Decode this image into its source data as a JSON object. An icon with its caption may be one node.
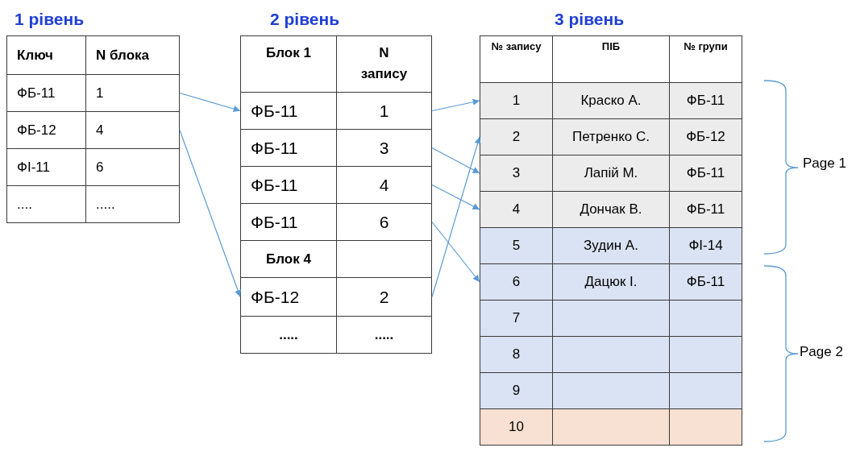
{
  "diagram": {
    "nodes": [
      {
        "text": [
          "1 рівень"
        ]
      },
      {
        "text": [
          "Ключ"
        ],
        "in": 0
      },
      {
        "text": [
          "N блока"
        ],
        "in": 0
      },
      {
        "text": [
          "ФБ-11"
        ],
        "in": 0
      },
      {
        "text": [
          "1"
        ],
        "in": 0
      },
      {
        "text": [
          "ФБ-12"
        ],
        "in": 0
      },
      {
        "text": [
          "4"
        ],
        "in": 0
      },
      {
        "text": [
          "ФІ-11"
        ],
        "in": 0
      },
      {
        "text": [
          "6"
        ],
        "in": 0
      },
      {
        "text": [
          "...."
        ],
        "in": 0
      },
      {
        "text": [
          "....."
        ],
        "in": 0
      },
      {
        "text": [
          "2 рівень"
        ]
      },
      {
        "text": [
          "Блок 1"
        ],
        "in": 11
      },
      {
        "text": [
          "N запису"
        ],
        "in": 11
      },
      {
        "text": [
          "ФБ-11"
        ],
        "in": 11
      },
      {
        "text": [
          "1"
        ],
        "in": 11
      },
      {
        "text": [
          "ФБ-11"
        ],
        "in": 11
      },
      {
        "text": [
          "3"
        ],
        "in": 11
      },
      {
        "text": [
          "ФБ-11"
        ],
        "in": 11
      },
      {
        "text": [
          "4"
        ],
        "in": 11
      },
      {
        "text": [
          "ФБ-11"
        ],
        "in": 11
      },
      {
        "text": [
          "6"
        ],
        "in": 11
      },
      {
        "text": [
          "Блок 4"
        ],
        "in": 11
      },
      {
        "text": [],
        "shape": "box",
        "in": 11
      },
      {
        "text": [
          "ФБ-12"
        ],
        "in": 11
      },
      {
        "text": [
          "2"
        ],
        "in": 11
      },
      {
        "text": [
          "....."
        ],
        "in": 11
      },
      {
        "text": [
          "....."
        ],
        "in": 11
      },
      {
        "text": [
          "3 рівень"
        ]
      },
      {
        "text": [
          "№ запису"
        ],
        "in": 28
      },
      {
        "text": [
          "ПІБ"
        ],
        "in": 28
      },
      {
        "text": [
          "№ групи"
        ],
        "in": 28
      },
      {
        "text": [
          "1"
        ],
        "in": 28
      },
      {
        "text": [
          "Краско А."
        ],
        "in": 28
      },
      {
        "text": [
          "ФБ-11"
        ],
        "in": 28
      },
      {
        "text": [
          "2"
        ],
        "in": 28
      },
      {
        "text": [
          "Петренко С."
        ],
        "in": 28
      },
      {
        "text": [
          "ФБ-12"
        ],
        "in": 28
      },
      {
        "text": [
          "3"
        ],
        "in": 28
      },
      {
        "text": [
          "Лапій М."
        ],
        "in": 28
      },
      {
        "text": [
          "ФБ-11"
        ],
        "in": 28
      },
      {
        "text": [
          "4"
        ],
        "in": 28
      },
      {
        "text": [
          "Дончак В."
        ],
        "in": 28
      },
      {
        "text": [
          "ФБ-11"
        ],
        "in": 28
      },
      {
        "text": [
          "5"
        ],
        "in": 28
      },
      {
        "text": [
          "Зудин А."
        ],
        "in": 28
      },
      {
        "text": [
          "ФІ-14"
        ],
        "in": 28
      },
      {
        "text": [
          "6"
        ],
        "in": 28
      },
      {
        "text": [
          "Дацюк І."
        ],
        "in": 28
      },
      {
        "text": [
          "ФБ-11"
        ],
        "in": 28
      },
      {
        "text": [
          "7"
        ],
        "in": 28
      },
      {
        "text": [],
        "shape": "box",
        "in": 28
      },
      {
        "text": [],
        "shape": "box",
        "in": 28
      },
      {
        "text": [
          "8"
        ],
        "in": 28
      },
      {
        "text": [],
        "shape": "box",
        "in": 28
      },
      {
        "text": [],
        "shape": "box",
        "in": 28
      },
      {
        "text": [
          "9"
        ],
        "in": 28
      },
      {
        "text": [],
        "shape": "box",
        "in": 28
      },
      {
        "text": [],
        "shape": "box",
        "in": 28
      },
      {
        "text": [
          "10"
        ],
        "in": 28
      },
      {
        "text": [],
        "shape": "box",
        "in": 28
      },
      {
        "text": [],
        "shape": "box",
        "in": 28
      }
    ],
    "edges": [
      {
        "from": 4,
        "to": 14,
        "arrow": "to"
      },
      {
        "from": 6,
        "to": 24,
        "arrow": "to"
      },
      {
        "from": 15,
        "to": 32,
        "arrow": "to"
      },
      {
        "from": 17,
        "to": 38,
        "arrow": "to"
      },
      {
        "from": 19,
        "to": 41,
        "arrow": "to"
      },
      {
        "from": 21,
        "to": 47,
        "arrow": "to"
      },
      {
        "from": 25,
        "to": 35,
        "arrow": "to"
      }
    ],
    "labels": [
      "Page 1",
      "Page 2"
    ]
  }
}
